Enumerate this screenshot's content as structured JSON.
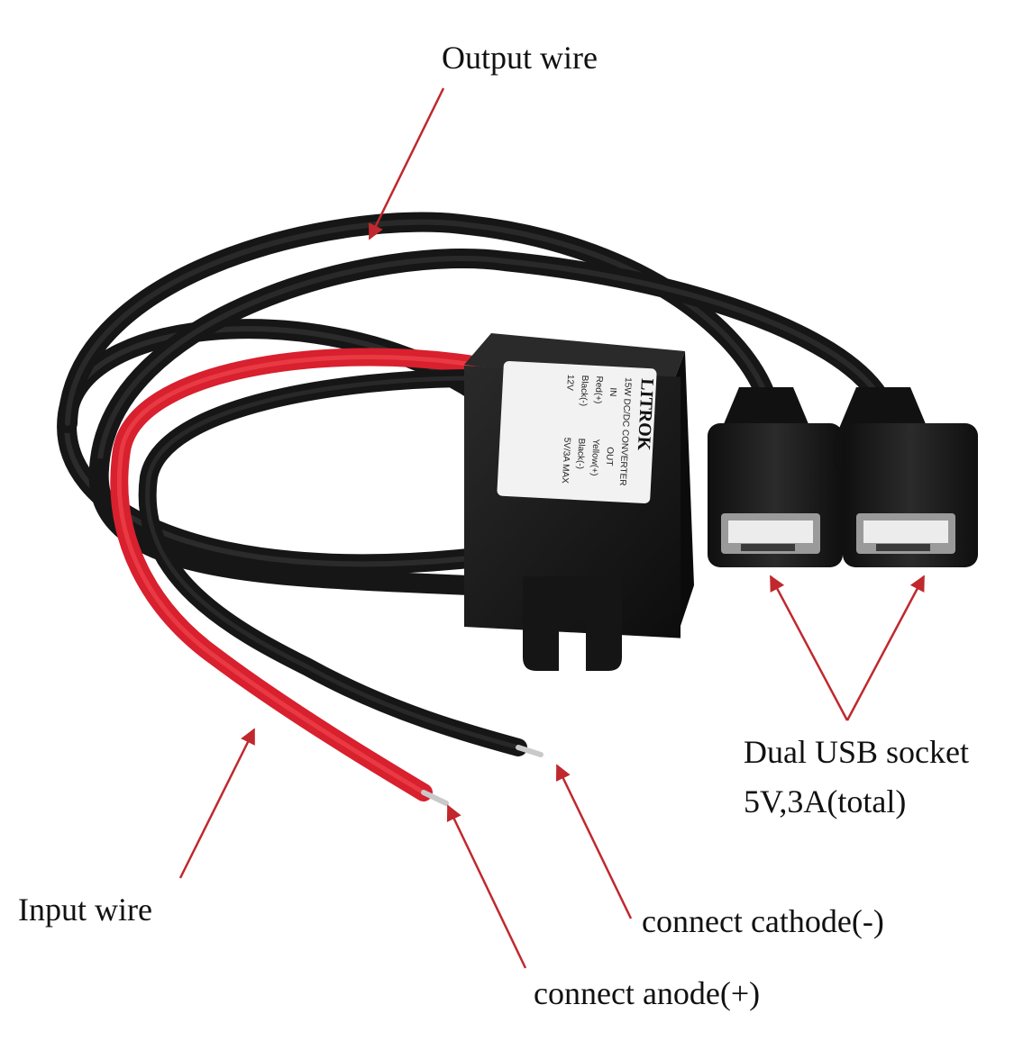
{
  "callouts": {
    "output_wire": "Output wire",
    "input_wire": "Input wire",
    "usb_socket_line1": "Dual USB socket",
    "usb_socket_line2": "5V,3A(total)",
    "cathode": "connect cathode(-)",
    "anode": "connect anode(+)"
  },
  "converter_label": {
    "brand": "LITROK",
    "model": "15W DC/DC CONVERTER",
    "in_header": "IN",
    "out_header": "OUT",
    "in_pos": "Red(+)",
    "in_neg": "Black(-)",
    "in_volt": "12V",
    "out_pos": "Yellow(+)",
    "out_neg": "Black(-)",
    "out_rating": "5V/3A MAX"
  },
  "colors": {
    "arrow": "#c0282d",
    "black_wire": "#161616",
    "red_wire": "#d8202e",
    "body": "#1b1b1b",
    "label_bg": "#f2f2f2"
  }
}
